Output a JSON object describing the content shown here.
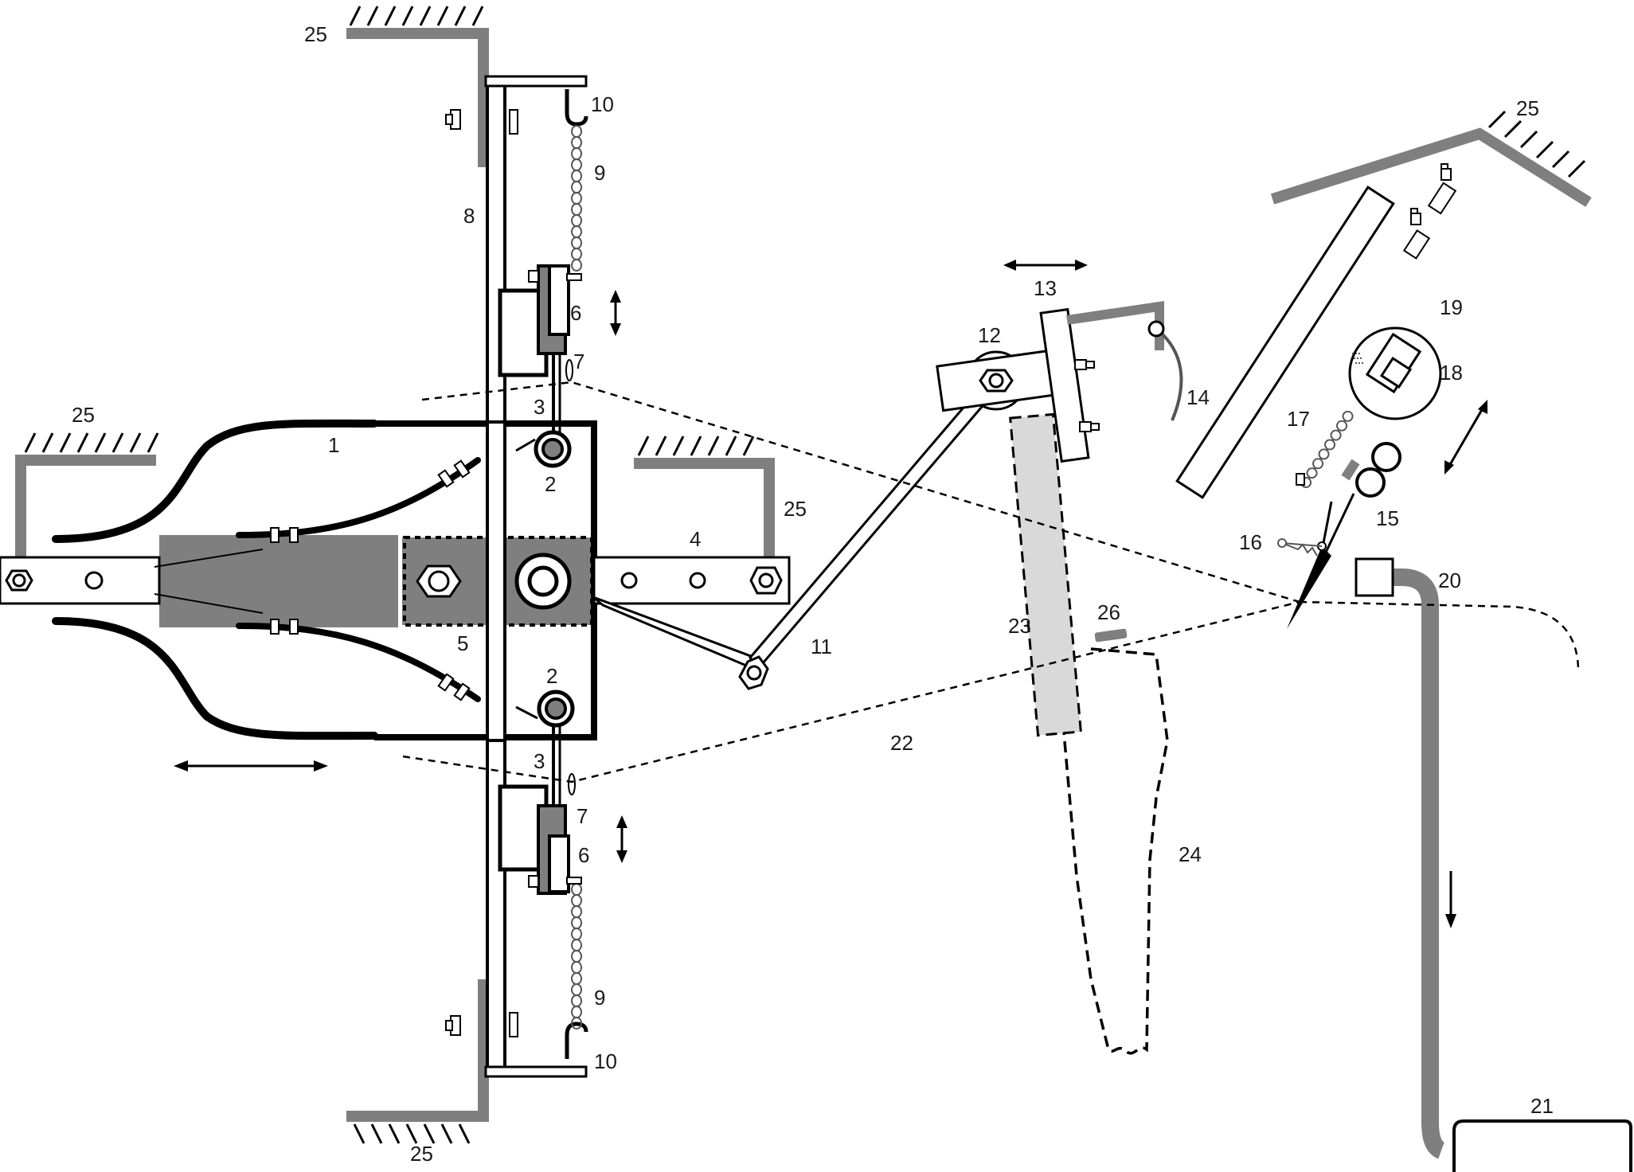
{
  "labels": {
    "l1": "1",
    "l2a": "2",
    "l2b": "2",
    "l3a": "3",
    "l3b": "3",
    "l4": "4",
    "l5": "5",
    "l6a": "6",
    "l6b": "6",
    "l7a": "7",
    "l7b": "7",
    "l8": "8",
    "l9a": "9",
    "l9b": "9",
    "l10a": "10",
    "l10b": "10",
    "l11": "11",
    "l12": "12",
    "l13": "13",
    "l14": "14",
    "l15": "15",
    "l16": "16",
    "l17": "17",
    "l18": "18",
    "l19": "19",
    "l20": "20",
    "l21": "21",
    "l22": "22",
    "l23": "23",
    "l24": "24",
    "l25a": "25",
    "l25b": "25",
    "l25c": "25",
    "l25d": "25",
    "l25e": "25",
    "l26": "26"
  },
  "colors": {
    "line": "#000000",
    "fixed_support": "#7f7f7f",
    "light_fill": "#d9d9d9"
  }
}
